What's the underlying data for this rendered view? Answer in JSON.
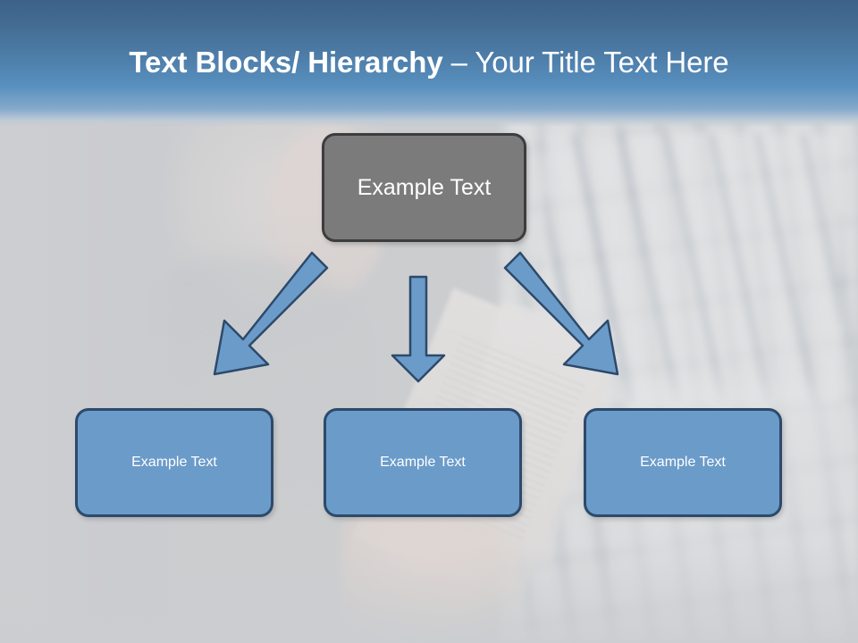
{
  "slide": {
    "title": {
      "bold_part": "Text Blocks/ Hierarchy ",
      "light_part": "– Your Title Text Here"
    },
    "colors": {
      "header_top": "#3c6287",
      "header_mid": "#5890bf",
      "body_background": "#cbcdd0",
      "top_node_fill": "#7b7b7b",
      "top_node_border": "#3d3d3d",
      "bottom_node_fill": "#6b9bc9",
      "bottom_node_border": "#2c4a6b",
      "arrow_fill": "#6b9bc9",
      "arrow_border": "#2c4a6b",
      "node_text": "#ffffff"
    },
    "diagram": {
      "top_node": {
        "label": "Example  Text"
      },
      "bottom_nodes": [
        {
          "label": "Example Text"
        },
        {
          "label": "Example Text"
        },
        {
          "label": "Example Text"
        }
      ],
      "connectors": [
        {
          "name": "arrow-down-left"
        },
        {
          "name": "arrow-down"
        },
        {
          "name": "arrow-down-right"
        }
      ]
    },
    "background": {
      "description": "faded photograph of a person reading a newspaper"
    }
  }
}
